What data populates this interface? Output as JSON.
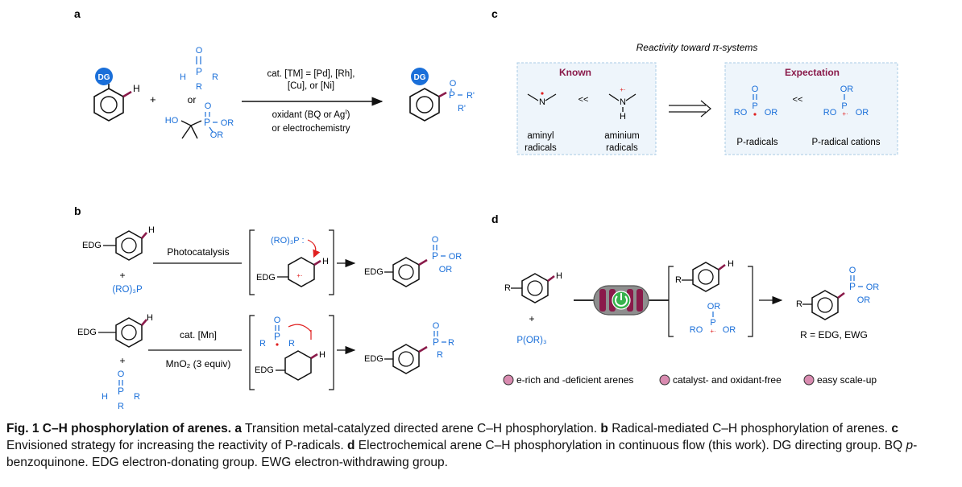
{
  "panels": {
    "a": {
      "letter": "a",
      "dg": "DG",
      "h": "H",
      "plus": "+",
      "p_reagent1": {
        "h": "H",
        "p": "P",
        "r1": "R",
        "r2": "R",
        "o": "O"
      },
      "or": "or",
      "p_reagent2": {
        "ho": "HO",
        "p": "P",
        "or1": "OR",
        "or2": "OR",
        "o": "O"
      },
      "cond_line1": "cat. [TM] = [Pd], [Rh],",
      "cond_line2": "[Cu], or [Ni]",
      "cond_line3": "oxidant (BQ or Ag",
      "cond_line3_sup": "I",
      "cond_line3_end": ")",
      "cond_line4": "or electrochemistry",
      "product": {
        "dg": "DG",
        "p": "P",
        "r1": "R'",
        "r2": "R'",
        "o": "O"
      }
    },
    "b": {
      "letter": "b",
      "edg": "EDG",
      "h": "H",
      "plus": "+",
      "reagent_top": "(RO)₃P",
      "cond_top": "Photocatalysis",
      "bracket_top_reagent": "(RO)₃P :",
      "product_top": {
        "edg": "EDG",
        "p": "P",
        "or1": "OR",
        "or2": "OR",
        "o": "O"
      },
      "cond_bottom1": "cat. [Mn]",
      "cond_bottom2": "MnO₂ (3 equiv)",
      "reagent_bottom": {
        "h": "H",
        "p": "P",
        "r": "R",
        "r2": "R",
        "o": "O"
      },
      "bracket_bottom_p": {
        "r1": "R",
        "p": "P",
        "r2": "R",
        "o": "O"
      },
      "product_bottom": {
        "edg": "EDG",
        "p": "P",
        "r1": "R",
        "r2": "R",
        "o": "O"
      }
    },
    "c": {
      "letter": "c",
      "heading": "Reactivity toward π-systems",
      "known_title": "Known",
      "expect_title": "Expectation",
      "aminyl": {
        "n": "N",
        "line1": "aminyl",
        "line2": "radicals"
      },
      "aminium": {
        "n": "N",
        "h": "H",
        "line1": "aminium",
        "line2": "radicals"
      },
      "ll": "<<",
      "pradical": {
        "ro": "RO",
        "p": "P",
        "or": "OR",
        "o": "O",
        "label": "P-radicals"
      },
      "pcation": {
        "ro": "RO",
        "p": "P",
        "or1": "OR",
        "or2": "OR",
        "label": "P-radical cations"
      }
    },
    "d": {
      "letter": "d",
      "r": "R",
      "h": "H",
      "plus": "+",
      "reagent": "P(OR)₃",
      "bracket_p": {
        "ro": "RO",
        "p": "P",
        "or1": "OR",
        "or2": "OR"
      },
      "product": {
        "r": "R",
        "p": "P",
        "or1": "OR",
        "or2": "OR",
        "o": "O"
      },
      "r_equals": "R = EDG, EWG",
      "features": [
        "e-rich and -deficient arenes",
        "catalyst- and oxidant-free",
        "easy scale-up"
      ],
      "colors": {
        "feature_dot": "#d98bb0",
        "reactor": "#8a1a4a",
        "power": "#37b24d"
      }
    }
  },
  "caption": {
    "title": "Fig. 1 C–H phosphorylation of arenes.",
    "a_letter": "a",
    "a_text": " Transition metal-catalyzed directed arene C–H phosphorylation. ",
    "b_letter": "b",
    "b_text": " Radical-mediated C–H phosphorylation of arenes. ",
    "c_letter": "c",
    "c_text": " Envisioned strategy for increasing the reactivity of P-radicals. ",
    "d_letter": "d",
    "d_text": " Electrochemical arene C–H phosphorylation in continuous flow (this work). DG directing group. BQ ",
    "bq_italic": "p",
    "rest": "-benzoquinone. EDG electron-donating group. EWG electron-withdrawing group."
  },
  "colors": {
    "blue": "#1a6fd9",
    "maroon": "#8a1a4a",
    "panel_bg": "#eef5fb",
    "panel_border": "#a8cbe6"
  }
}
